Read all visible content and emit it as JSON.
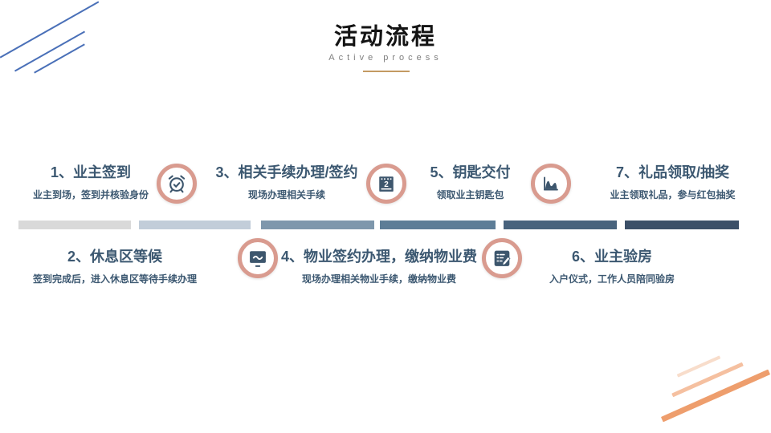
{
  "slide": {
    "title": "活动流程",
    "subtitle": "Active process"
  },
  "steps": [
    {
      "number": "1",
      "title": "1、业主签到",
      "desc": "业主到场，签到并核验身份",
      "icon": "alarm-clock"
    },
    {
      "number": "2",
      "title": "2、休息区等候",
      "desc": "签到完成后，进入休息区等待手续办理",
      "icon": "monitor-chart"
    },
    {
      "number": "3",
      "title": "3、相关手续办理/签约",
      "desc": "现场办理相关手续",
      "icon": "calendar"
    },
    {
      "number": "4",
      "title": "4、物业签约办理，缴纳物业费",
      "desc": "现场办理相关物业手续，缴纳物业费",
      "icon": "edit-list"
    },
    {
      "number": "5",
      "title": "5、钥匙交付",
      "desc": "领取业主钥匙包",
      "icon": "area-chart"
    },
    {
      "number": "6",
      "title": "6、业主验房",
      "desc": "入户仪式，工作人员陪同验房",
      "icon": null
    },
    {
      "number": "7",
      "title": "7、礼品领取/抽奖",
      "desc": "业主领取礼品，参与红包抽奖",
      "icon": null
    }
  ],
  "timeline": {
    "segment_colors": [
      "#d9d9d9",
      "#c2cdd9",
      "#7e97ac",
      "#5d7d97",
      "#48637d",
      "#3c5068"
    ]
  },
  "colors": {
    "step_text": "#3c5871",
    "icon_ring": "#d99b8f",
    "icon_glyph": "#3d566d",
    "accent_gold": "#c49a62",
    "deco_blue": "#4a70b8",
    "deco_orange": [
      "#f8ddcb",
      "#f5c0a0",
      "#ee9e6d"
    ]
  }
}
